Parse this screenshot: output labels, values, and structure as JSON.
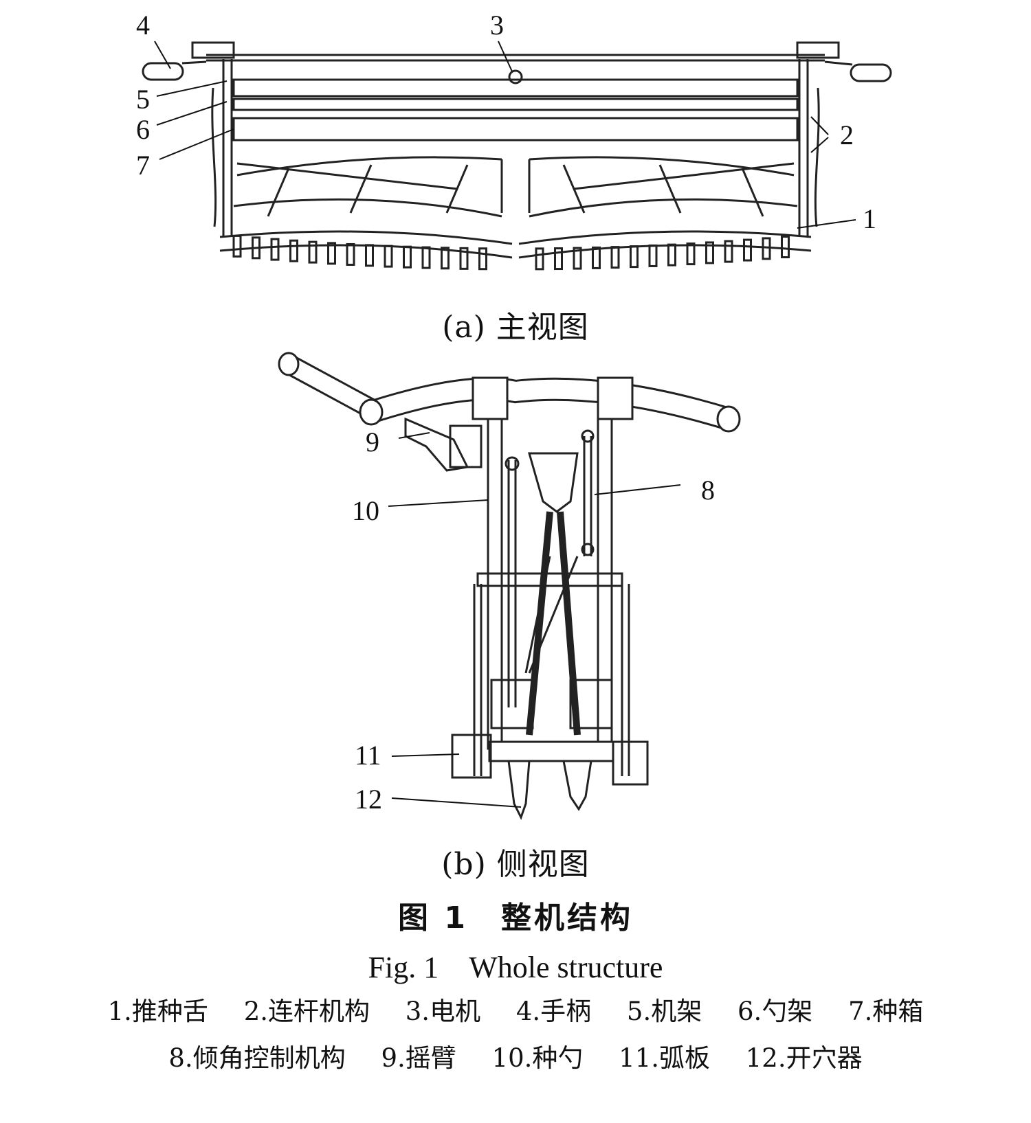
{
  "figure": {
    "callouts_front": {
      "c1": "1",
      "c2": "2",
      "c3": "3",
      "c4": "4",
      "c5": "5",
      "c6": "6",
      "c7": "7"
    },
    "callouts_side": {
      "c8": "8",
      "c9": "9",
      "c10": "10",
      "c11": "11",
      "c12": "12"
    },
    "subcaption_a": "(a) 主视图",
    "subcaption_b": "(b) 侧视图",
    "title_cn": "图 1　整机结构",
    "title_en": "Fig. 1　Whole structure",
    "legend_line1": [
      "1.推种舌",
      "2.连杆机构",
      "3.电机",
      "4.手柄",
      "5.机架",
      "6.勺架",
      "7.种箱"
    ],
    "legend_line2": [
      "8.倾角控制机构",
      "9.摇臂",
      "10.种勺",
      "11.弧板",
      "12.开穴器"
    ]
  }
}
